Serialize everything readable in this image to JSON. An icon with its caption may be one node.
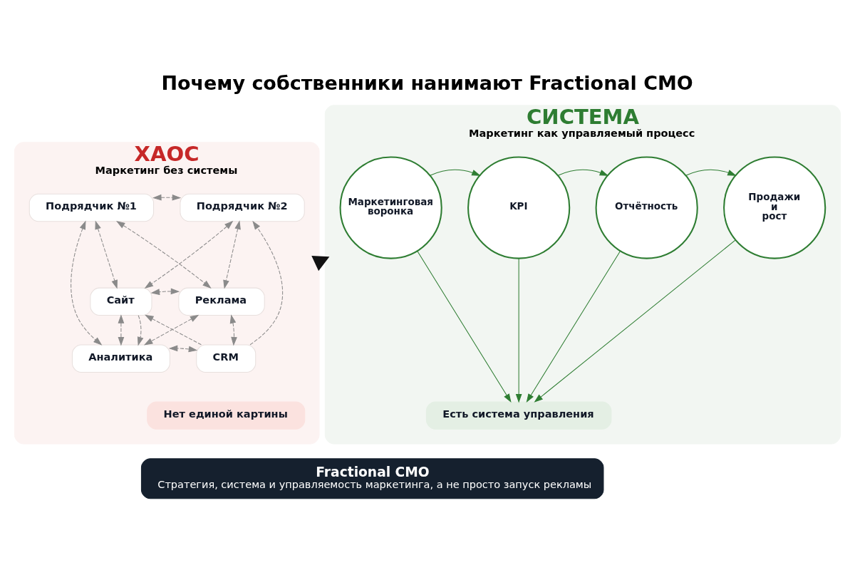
{
  "diagram": {
    "title": "Почему собственники нанимают Fractional CMO",
    "nodes": [
      {
        "text": [
          "ХАОС",
          "Маркетинг без системы"
        ]
      },
      {
        "text": [
          "Подрядчик №1"
        ],
        "in": 0
      },
      {
        "text": [
          "Подрядчик №2"
        ],
        "in": 0
      },
      {
        "text": [
          "Реклама"
        ],
        "in": 0
      },
      {
        "text": [
          "Сайт"
        ],
        "in": 0
      },
      {
        "text": [
          "CRM"
        ],
        "in": 0
      },
      {
        "text": [
          "Аналитика"
        ],
        "in": 0
      },
      {
        "text": [
          "Нет единой картины"
        ],
        "in": 0
      },
      {
        "text": [
          "СИСТЕМА",
          "Маркетинг как управляемый процесс"
        ]
      },
      {
        "text": [
          "Маркетинговая воронка"
        ],
        "in": 8
      },
      {
        "text": [
          "KPI"
        ],
        "in": 8
      },
      {
        "text": [
          "Отчётность"
        ],
        "in": 8
      },
      {
        "text": [
          "Продажи и рост"
        ],
        "in": 8
      },
      {
        "text": [
          "Есть система управления"
        ],
        "in": 8
      },
      {
        "text": [
          "Fractional CMO",
          "Стратегия, система и управляемость маркетинга, а не просто запуск рекламы"
        ]
      }
    ],
    "edges": [
      {
        "from": 1,
        "to": 2,
        "arrow": "both",
        "style": "dashed"
      },
      {
        "from": 1,
        "to": 3,
        "arrow": "both",
        "style": "dashed"
      },
      {
        "from": 1,
        "to": 4,
        "arrow": "both",
        "style": "dashed"
      },
      {
        "from": 1,
        "to": 6,
        "arrow": "both",
        "style": "dashed"
      },
      {
        "from": 2,
        "to": 3,
        "arrow": "both",
        "style": "dashed"
      },
      {
        "from": 2,
        "to": 4,
        "arrow": "both",
        "style": "dashed"
      },
      {
        "from": 5,
        "to": 2,
        "arrow": "to",
        "style": "dashed"
      },
      {
        "from": 3,
        "to": 4,
        "arrow": "both",
        "style": "dashed"
      },
      {
        "from": 3,
        "to": 5,
        "arrow": "both",
        "style": "dashed"
      },
      {
        "from": 3,
        "to": 6,
        "arrow": "both",
        "style": "dashed"
      },
      {
        "from": 5,
        "to": 4,
        "arrow": "to",
        "style": "dashed"
      },
      {
        "from": 4,
        "to": 6,
        "arrow": "both",
        "style": "dashed"
      },
      {
        "from": 4,
        "to": 6,
        "arrow": "to",
        "style": "dashed"
      },
      {
        "from": 5,
        "to": 6,
        "arrow": "both",
        "style": "dashed"
      },
      {
        "from": 0,
        "to": 8,
        "arrow": "to",
        "style": "thick",
        "color": "#111111"
      },
      {
        "from": 9,
        "to": 10,
        "arrow": "to",
        "color": "#2e7d32"
      },
      {
        "from": 10,
        "to": 11,
        "arrow": "to",
        "color": "#2e7d32"
      },
      {
        "from": 11,
        "to": 12,
        "arrow": "to",
        "color": "#2e7d32"
      },
      {
        "from": 9,
        "to": 13,
        "arrow": "to",
        "color": "#2e7d32"
      },
      {
        "from": 10,
        "to": 13,
        "arrow": "to",
        "color": "#2e7d32"
      },
      {
        "from": 11,
        "to": 13,
        "arrow": "to",
        "color": "#2e7d32"
      },
      {
        "from": 12,
        "to": 13,
        "arrow": "to",
        "color": "#2e7d32"
      }
    ]
  }
}
